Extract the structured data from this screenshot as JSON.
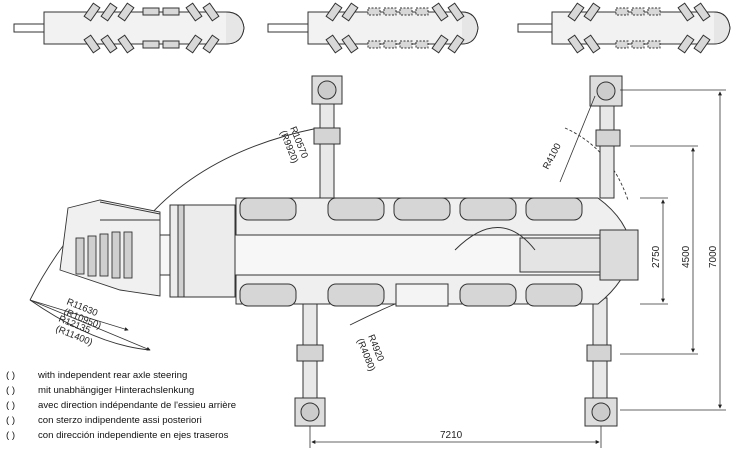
{
  "dimensions": {
    "radius_boom": "R10570",
    "radius_boom_alt": "(R9920)",
    "radius_front": "R4100",
    "radius_rear_tail": "R4920",
    "radius_rear_tail_alt": "(R4080)",
    "radius_counter_1": "R11630",
    "radius_counter_1_alt": "(R10950)",
    "radius_counter_2": "R12135",
    "radius_counter_2_alt": "(R11400)",
    "width_carrier": "2750",
    "width_outrigger_mid": "4500",
    "width_outrigger_full": "7000",
    "length_outrigger": "7210"
  },
  "legend": [
    {
      "marker": "(   )",
      "text": "with independent rear axle steering"
    },
    {
      "marker": "(   )",
      "text": "mit unabhängiger Hinterachslenkung"
    },
    {
      "marker": "(   )",
      "text": "avec direction indépendante de l'essieu arrière"
    },
    {
      "marker": "(   )",
      "text": "con sterzo indipendente assi posteriori"
    },
    {
      "marker": "(   )",
      "text": "con dirección independiente en ejes traseros"
    }
  ]
}
